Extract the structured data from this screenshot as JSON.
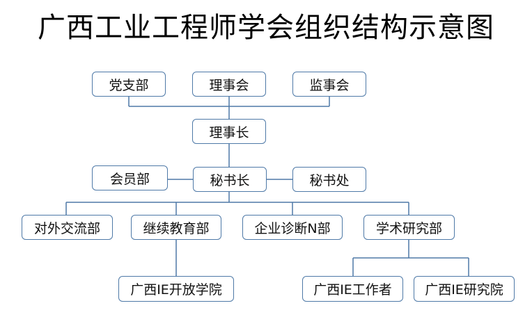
{
  "title": "广西工业工程师学会组织结构示意图",
  "nodes": {
    "party_branch": "党支部",
    "council": "理事会",
    "supervisory_board": "监事会",
    "chairman": "理事长",
    "membership_dept": "会员部",
    "secretary_general": "秘书长",
    "secretariat": "秘书处",
    "external_exchange": "对外交流部",
    "continuing_education": "继续教育部",
    "enterprise_diagnosis": "企业诊断N部",
    "academic_research": "学术研究部",
    "ie_open_college": "广西IE开放学院",
    "ie_workers": "广西IE工作者",
    "ie_institute": "广西IE研究院"
  },
  "colors": {
    "border": "#4e79a7",
    "connector": "#4e79a7"
  }
}
